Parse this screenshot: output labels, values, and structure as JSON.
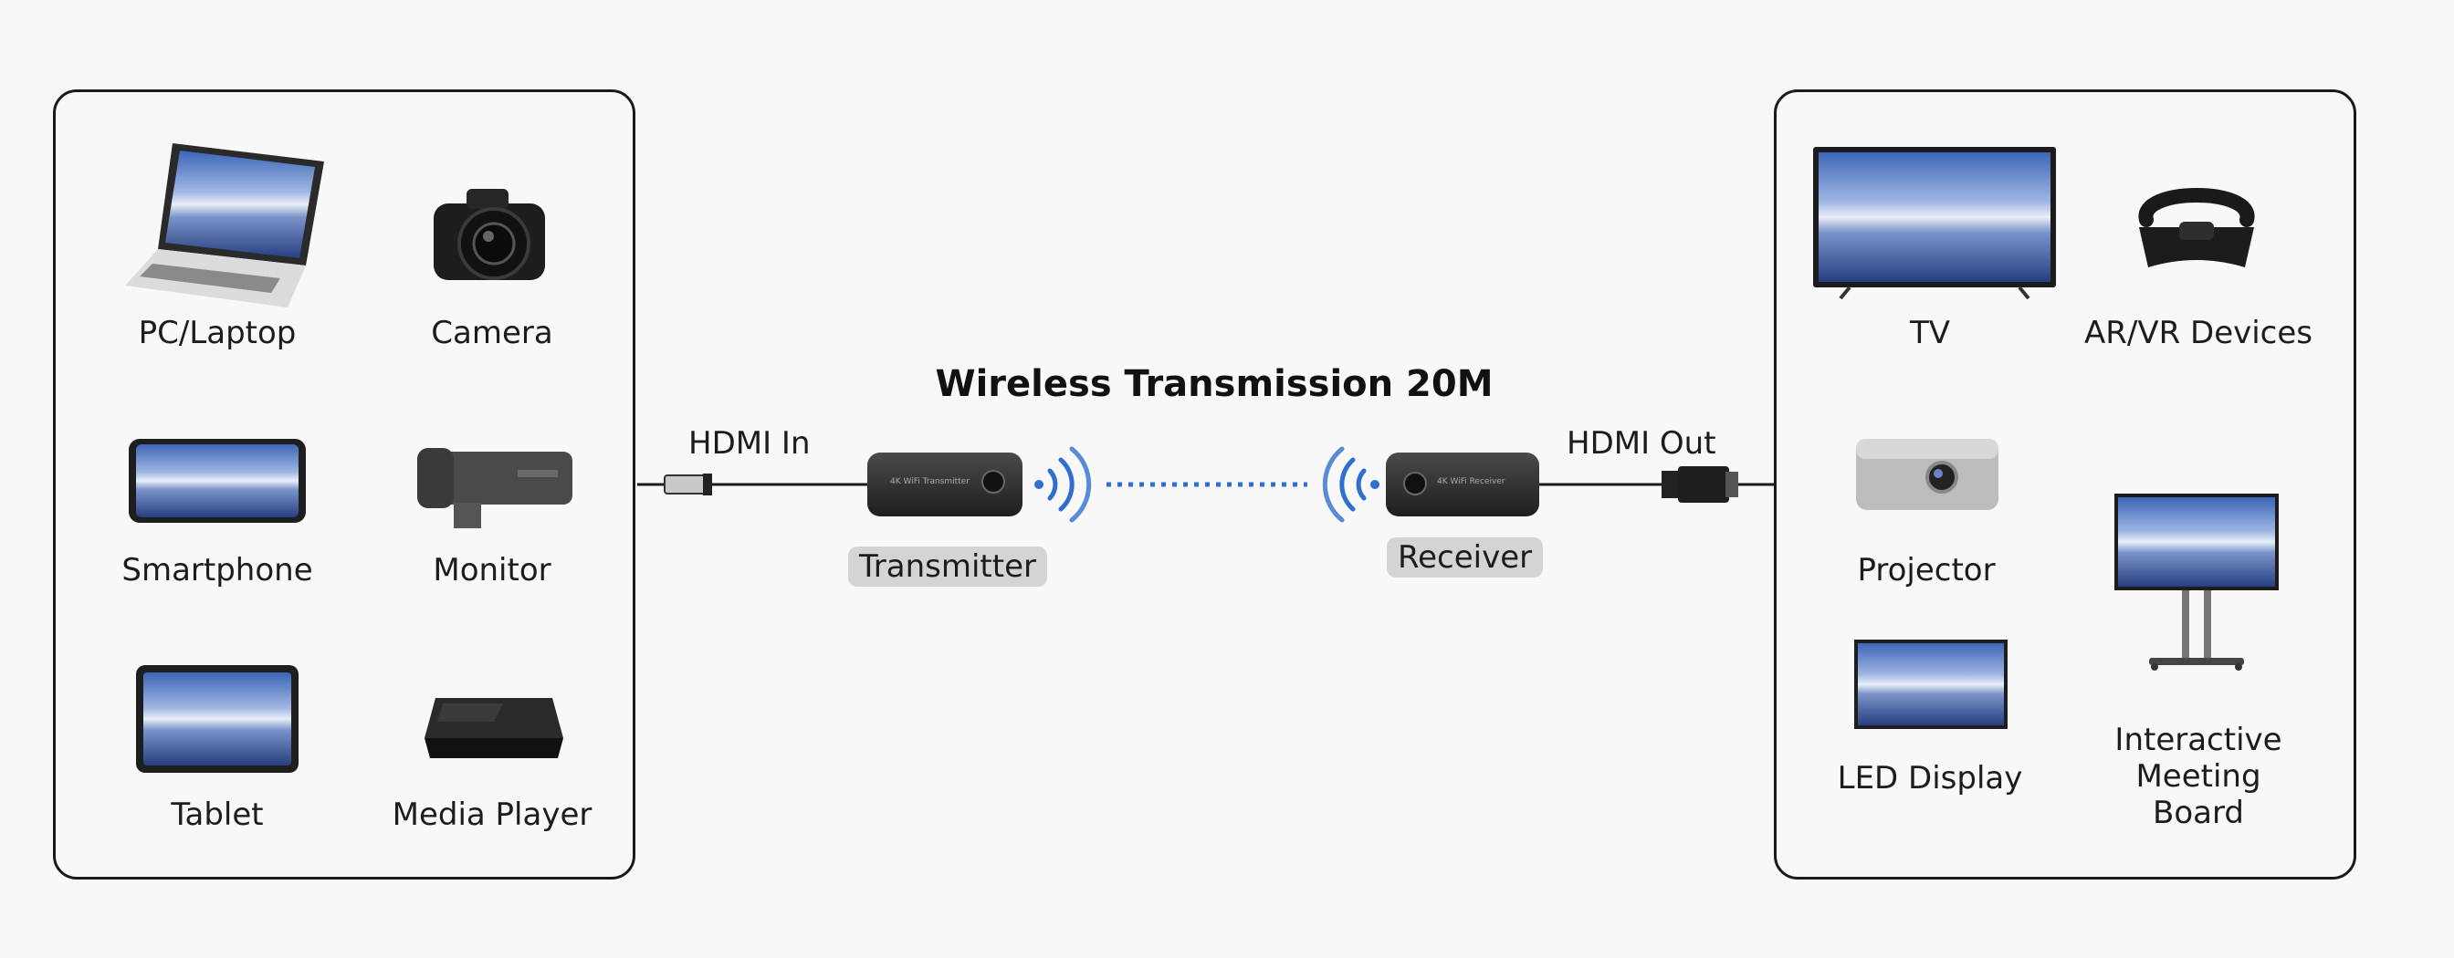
{
  "title": "Wireless Transmission 20M",
  "source_devices": [
    {
      "label": "PC/Laptop",
      "icon": "laptop-icon"
    },
    {
      "label": "Camera",
      "icon": "camera-icon"
    },
    {
      "label": "Smartphone",
      "icon": "smartphone-icon"
    },
    {
      "label": "Monitor",
      "icon": "monitor-camera-icon"
    },
    {
      "label": "Tablet",
      "icon": "tablet-icon"
    },
    {
      "label": "Media Player",
      "icon": "media-player-icon"
    }
  ],
  "output_devices": [
    {
      "label": "TV",
      "icon": "tv-icon"
    },
    {
      "label": "AR/VR Devices",
      "icon": "vr-headset-icon"
    },
    {
      "label": "Projector",
      "icon": "projector-icon"
    },
    {
      "label": "LED Display",
      "icon": "led-display-icon"
    },
    {
      "label": "Interactive\nMeeting Board",
      "icon": "meeting-board-icon"
    }
  ],
  "chain": {
    "hdmi_in": "HDMI In",
    "hdmi_out": "HDMI Out",
    "transmitter": "Transmitter",
    "receiver": "Receiver"
  },
  "colors": {
    "border": "#1a1a1a",
    "signal": "#2f6fd0",
    "tag_bg": "#d4d4d4"
  }
}
